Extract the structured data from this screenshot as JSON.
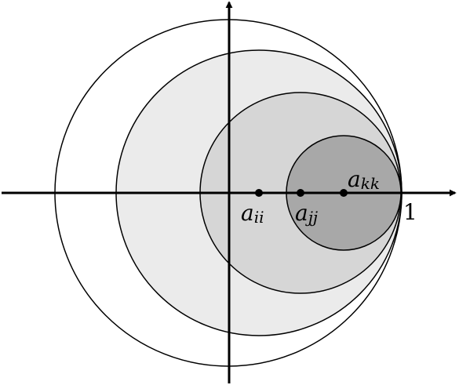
{
  "diagram": {
    "labels": {
      "a_ii": {
        "main": "a",
        "sub": "ii"
      },
      "a_jj": {
        "main": "a",
        "sub": "jj"
      },
      "a_kk": {
        "main": "a",
        "sub": "kk"
      },
      "one": "1"
    },
    "colors": {
      "stroke": "#000000",
      "outer_circle_fill": "#ffffff",
      "disk_ii_fill": "#ebebeb",
      "disk_jj_fill": "#d6d6d6",
      "disk_kk_fill": "#a8a8a8"
    }
  }
}
